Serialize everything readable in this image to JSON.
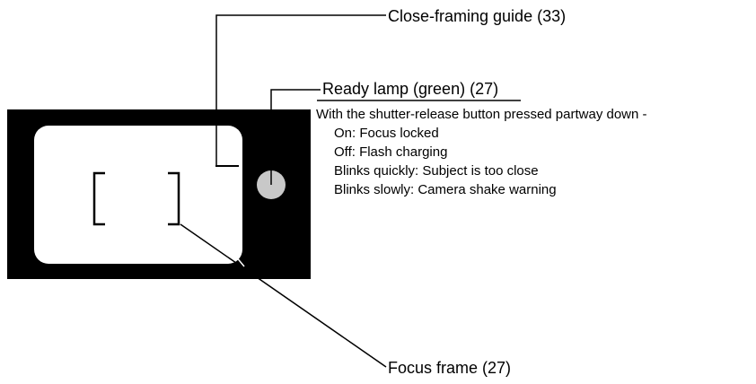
{
  "colors": {
    "body": "#000000",
    "viewfinder": "#ffffff",
    "lamp": "#c8c8c8",
    "line": "#000000",
    "background": "#ffffff"
  },
  "labels": {
    "close_framing_guide": "Close-framing guide (33)",
    "ready_lamp": "Ready lamp (green) (27)",
    "focus_frame": "Focus frame (27)"
  },
  "ready_lamp_description": {
    "intro": "With the shutter-release button pressed partway down -",
    "states": [
      "On: Focus locked",
      "Off: Flash charging",
      "Blinks quickly: Subject is too close",
      "Blinks slowly: Camera shake warning"
    ]
  }
}
